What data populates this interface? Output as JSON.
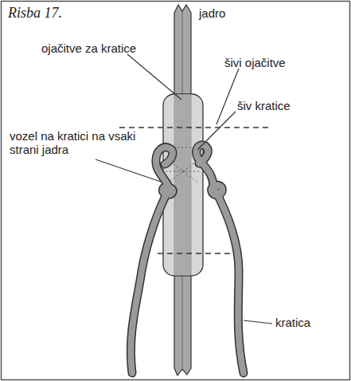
{
  "diagram": {
    "title": "Risba 17.",
    "labels": [
      "jadro",
      "ojačitve za kratice",
      "šivi ojačitve",
      "šiv kratice",
      "vozel na kratici na vsaki strani jadra",
      "kratica"
    ]
  }
}
